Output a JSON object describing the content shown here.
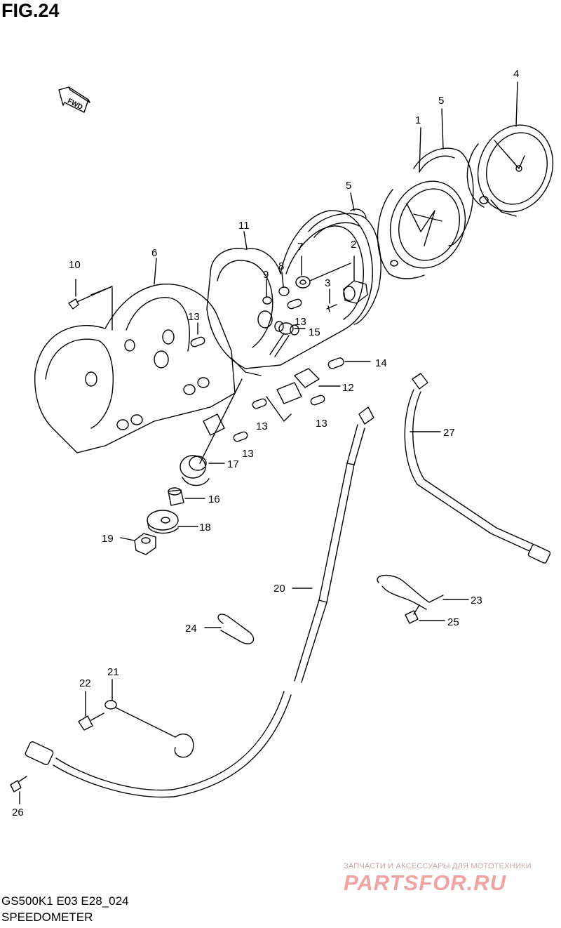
{
  "figure_title": "FIG.24",
  "direction_tag": "FWD",
  "parts": [
    {
      "ref": "1"
    },
    {
      "ref": "2"
    },
    {
      "ref": "3"
    },
    {
      "ref": "4"
    },
    {
      "ref": "5"
    },
    {
      "ref": "6"
    },
    {
      "ref": "7"
    },
    {
      "ref": "8"
    },
    {
      "ref": "9"
    },
    {
      "ref": "10"
    },
    {
      "ref": "11"
    },
    {
      "ref": "12"
    },
    {
      "ref": "13"
    },
    {
      "ref": "14"
    },
    {
      "ref": "15"
    },
    {
      "ref": "16"
    },
    {
      "ref": "17"
    },
    {
      "ref": "18"
    },
    {
      "ref": "19"
    },
    {
      "ref": "20"
    },
    {
      "ref": "21"
    },
    {
      "ref": "22"
    },
    {
      "ref": "23"
    },
    {
      "ref": "24"
    },
    {
      "ref": "25"
    },
    {
      "ref": "26"
    },
    {
      "ref": "27"
    }
  ],
  "callouts": {
    "c1": "1",
    "c2": "2",
    "c3": "3",
    "c4": "4",
    "c5a": "5",
    "c5b": "5",
    "c6": "6",
    "c7": "7",
    "c8": "8",
    "c9": "9",
    "c10": "10",
    "c11": "11",
    "c12": "12",
    "c13a": "13",
    "c13b": "13",
    "c13c": "13",
    "c13d": "13",
    "c13e": "13",
    "c14": "14",
    "c15": "15",
    "c16": "16",
    "c17": "17",
    "c18": "18",
    "c19": "19",
    "c20": "20",
    "c21": "21",
    "c22": "22",
    "c23": "23",
    "c24": "24",
    "c25": "25",
    "c26": "26",
    "c27": "27"
  },
  "footer": {
    "model_code": "GS500K1 E03 E28_024",
    "section_name": "SPEEDOMETER"
  },
  "watermark": {
    "tagline": "ЗАПЧАСТИ И АКСЕССУАРЫ ДЛЯ МОТОТЕХНИКИ",
    "brand": "PARTSFOR.RU"
  }
}
